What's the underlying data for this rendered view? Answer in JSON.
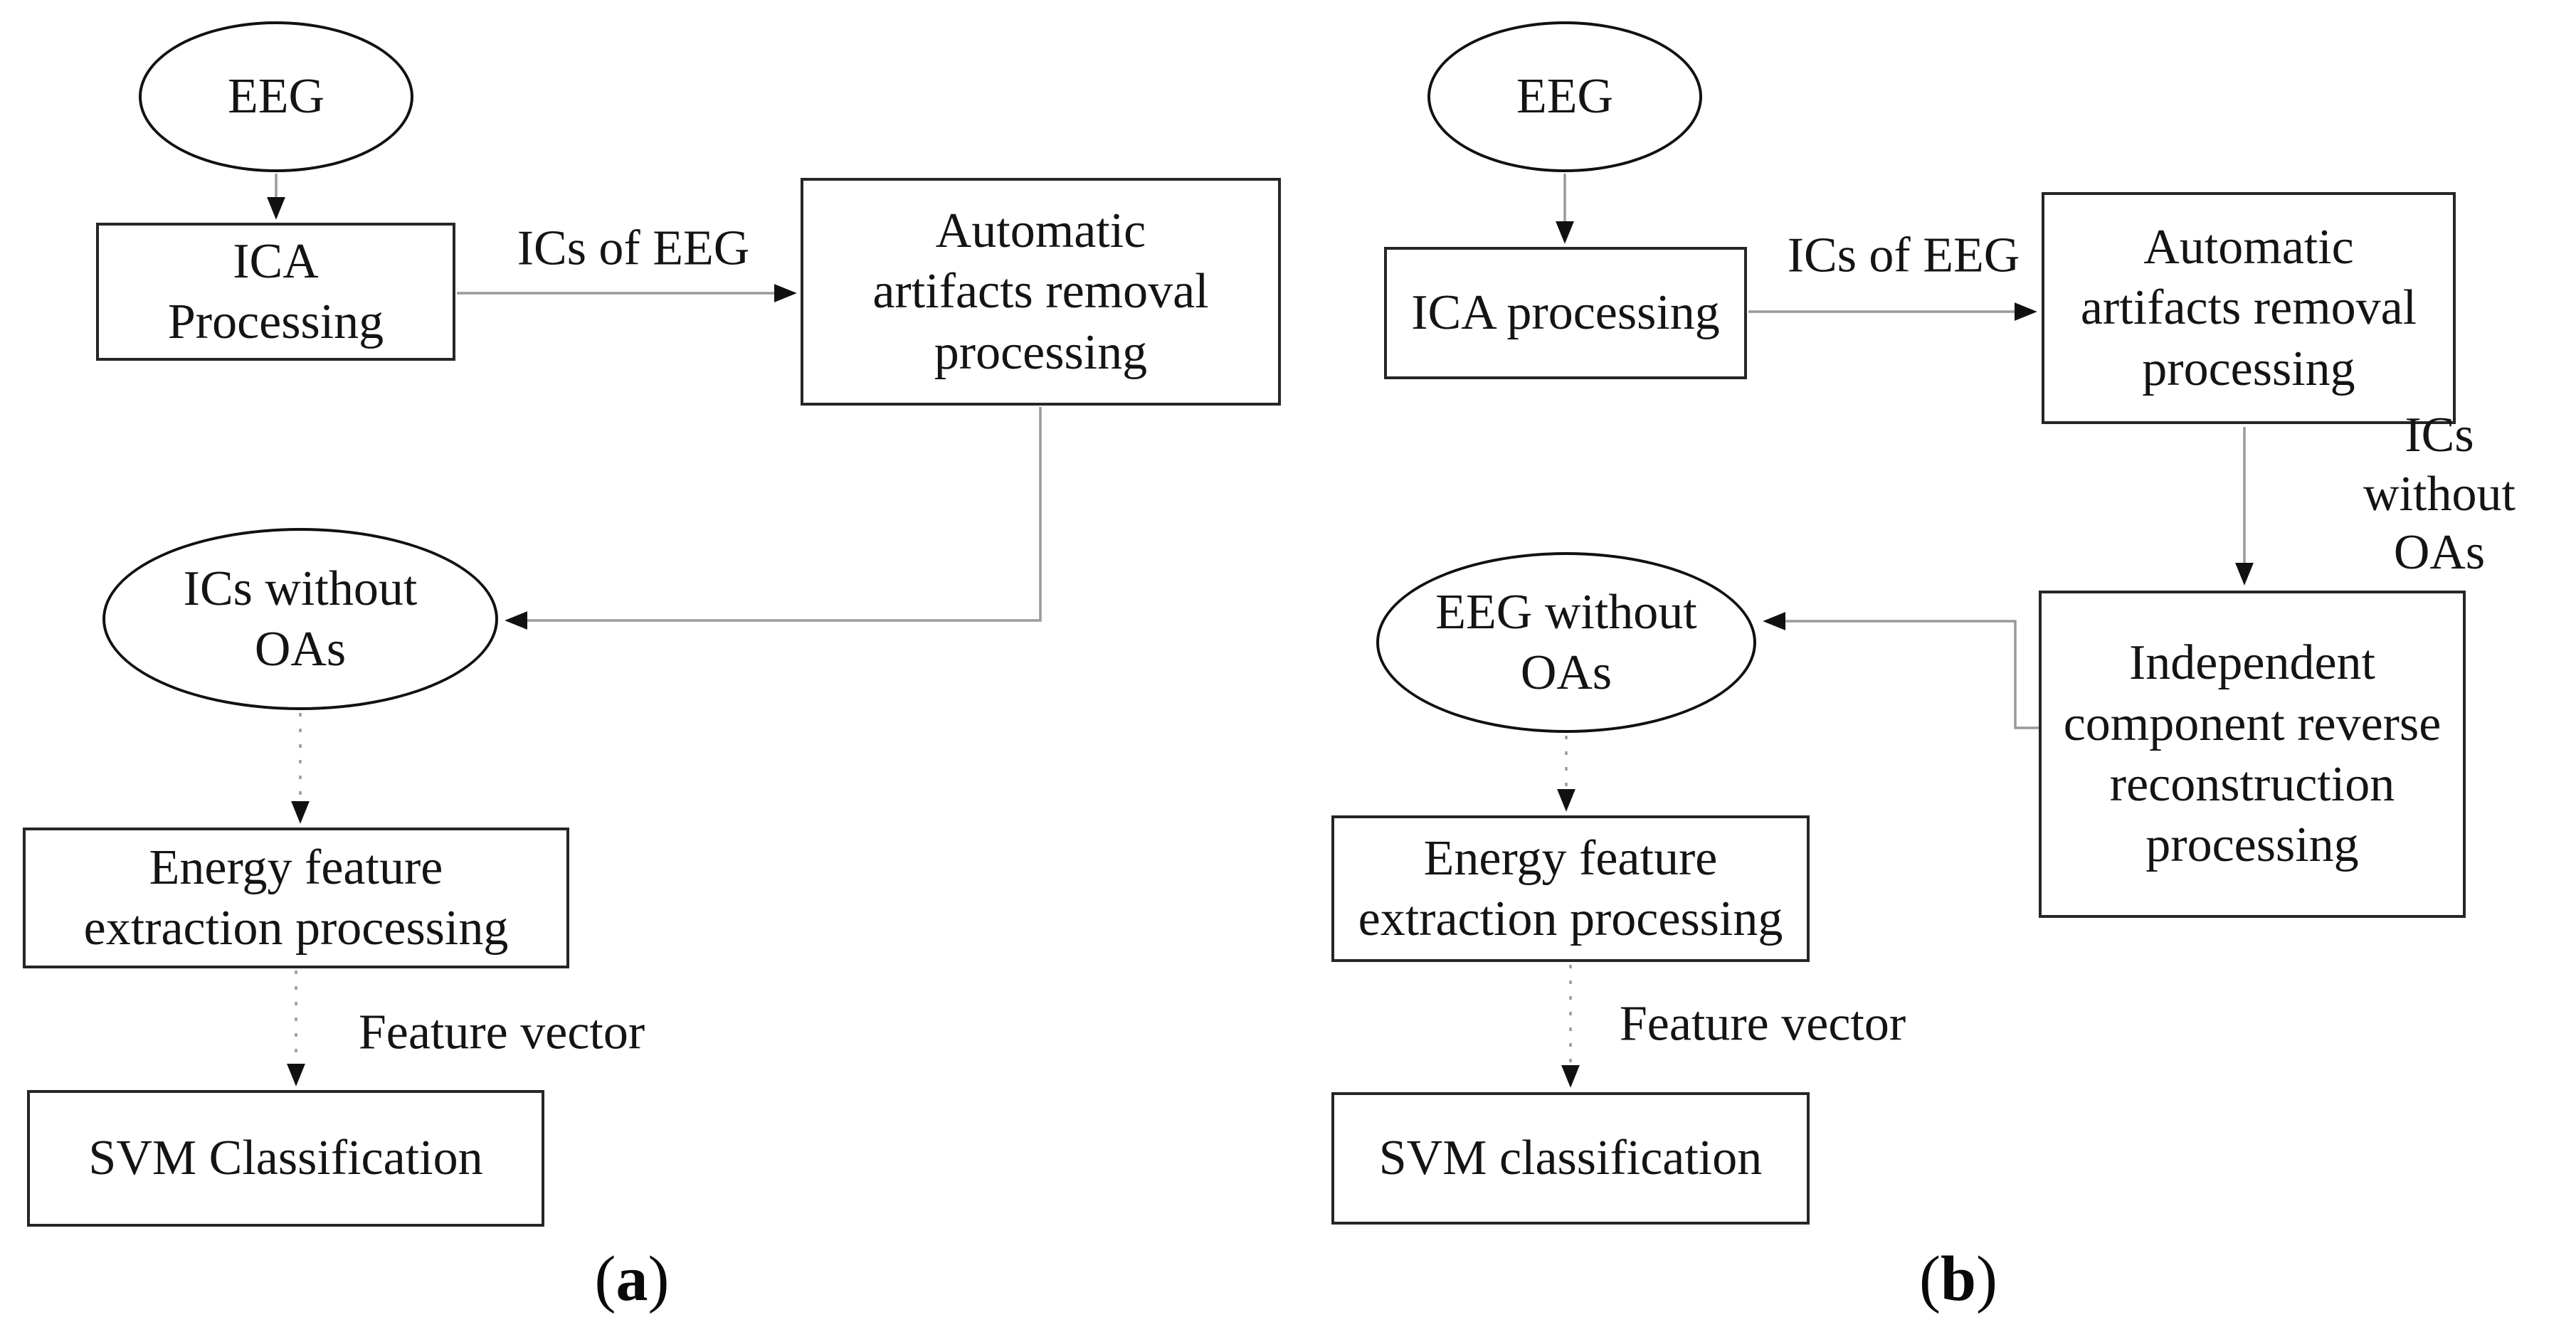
{
  "figure": {
    "background_color": "#ffffff",
    "line_color": "#9a9a9a",
    "border_color": "#262626",
    "text_color": "#141414",
    "panels": [
      {
        "caption": {
          "open": "(",
          "letter": "a",
          "close": ")"
        },
        "nodes": {
          "start": "EEG",
          "ica": "ICA\nProcessing",
          "artifact_removal": "Automatic\nartifacts removal\nprocessing",
          "ics_without_oas": "ICs without\nOAs",
          "energy": "Energy feature\nextraction processing",
          "svm": "SVM Classification"
        },
        "edge_labels": {
          "ics_of_eeg": "ICs of EEG",
          "feature_vector": "Feature vector"
        }
      },
      {
        "caption": {
          "open": "(",
          "letter": "b",
          "close": ")"
        },
        "nodes": {
          "start": "EEG",
          "ica": "ICA processing",
          "artifact_removal": "Automatic\nartifacts removal\nprocessing",
          "reconstruction": "Independent\ncomponent reverse\nreconstruction\nprocessing",
          "eeg_without_oas": "EEG without\nOAs",
          "energy": "Energy feature\nextraction processing",
          "svm": "SVM classification"
        },
        "edge_labels": {
          "ics_of_eeg": "ICs of EEG",
          "ics_without_oas": "ICs without\nOAs",
          "feature_vector": "Feature vector"
        }
      }
    ]
  }
}
